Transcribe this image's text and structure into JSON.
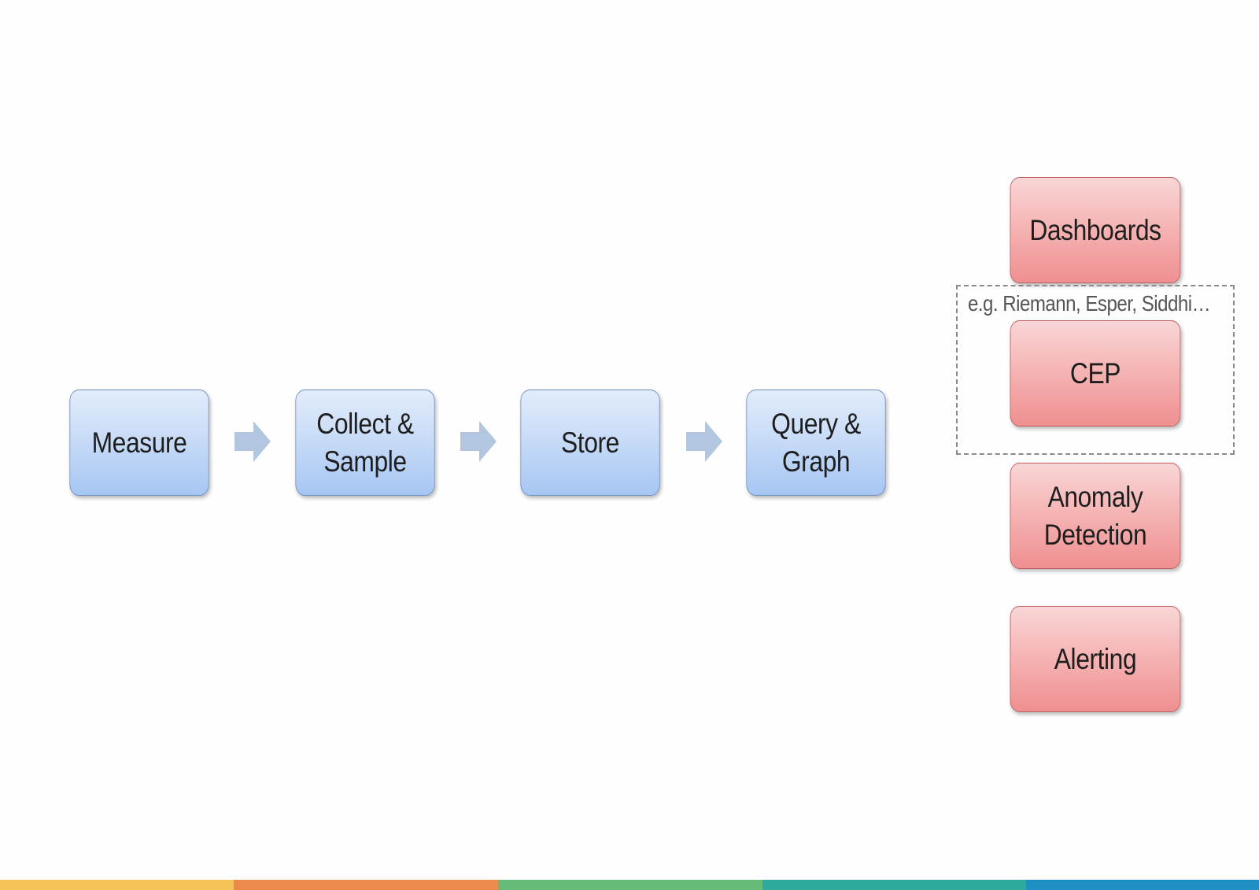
{
  "pipeline": {
    "steps": [
      {
        "label": "Measure"
      },
      {
        "label": "Collect &\nSample"
      },
      {
        "label": "Store"
      },
      {
        "label": "Query &\nGraph"
      }
    ]
  },
  "outputs": {
    "dashboards": "Dashboards",
    "cep": "CEP",
    "cep_examples": "e.g. Riemann, Esper, Siddhi…",
    "anomaly": "Anomaly\nDetection",
    "alerting": "Alerting"
  },
  "colors": {
    "pipeline_box": "#c9dcf7",
    "output_box": "#f5b2b2",
    "arrow": "#b3c6e0",
    "bar": [
      "#f6c358",
      "#ea8a4b",
      "#67bb78",
      "#2fa99b",
      "#1e8fc3"
    ]
  }
}
